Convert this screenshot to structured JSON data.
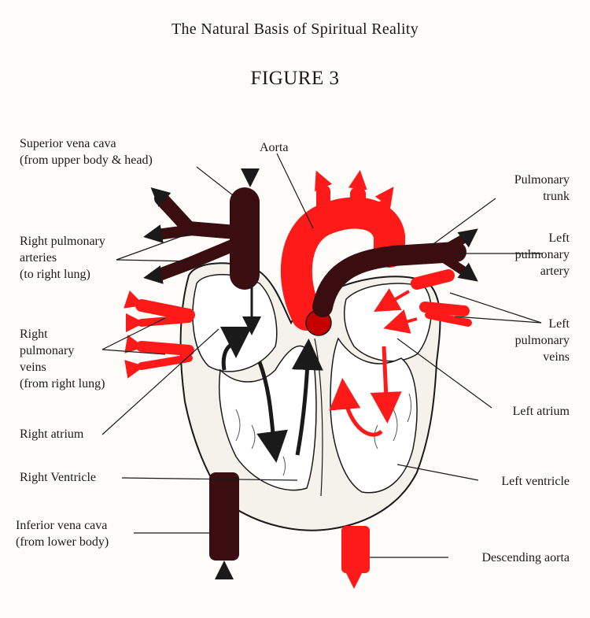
{
  "header": {
    "running_head": "The Natural Basis of Spiritual Reality"
  },
  "figure": {
    "title": "FIGURE 3"
  },
  "labels": {
    "superior_vena_cava_1": "Superior vena cava",
    "superior_vena_cava_2": "(from upper body & head)",
    "aorta": "Aorta",
    "pulmonary_trunk_1": "Pulmonary",
    "pulmonary_trunk_2": "trunk",
    "right_pulmonary_arteries_1": "Right pulmonary",
    "right_pulmonary_arteries_2": "arteries",
    "right_pulmonary_arteries_3": "(to right lung)",
    "left_pulmonary_artery_1": "Left",
    "left_pulmonary_artery_2": "pulmonary",
    "left_pulmonary_artery_3": "artery",
    "right_pulmonary_veins_1": "Right",
    "right_pulmonary_veins_2": "pulmonary",
    "right_pulmonary_veins_3": "veins",
    "right_pulmonary_veins_4": "(from right lung)",
    "left_pulmonary_veins_1": "Left",
    "left_pulmonary_veins_2": "pulmonary",
    "left_pulmonary_veins_3": "veins",
    "left_atrium": "Left atrium",
    "right_atrium": "Right atrium",
    "right_ventricle": "Right Ventricle",
    "left_ventricle": "Left ventricle",
    "inferior_vena_cava_1": "Inferior vena cava",
    "inferior_vena_cava_2": "(from lower body)",
    "descending_aorta": "Descending aorta"
  },
  "colors": {
    "oxygenated": "#ff1a1a",
    "deoxygenated": "#3a0d10",
    "outline": "#1a1a1a"
  }
}
